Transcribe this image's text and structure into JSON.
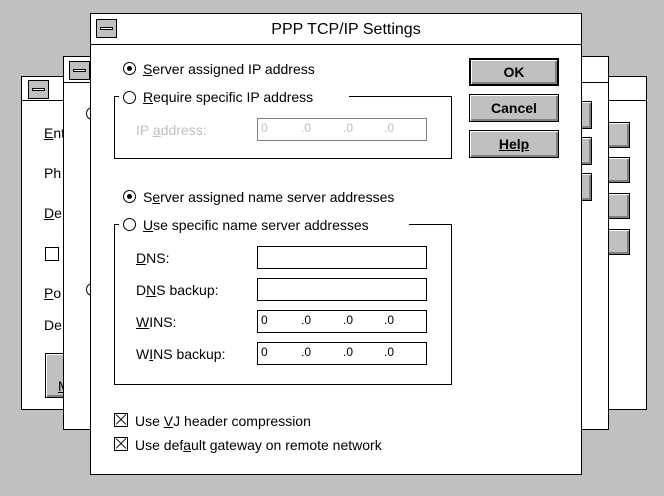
{
  "dialog": {
    "title": "PPP TCP/IP Settings",
    "buttons": {
      "ok": "OK",
      "cancel": "Cancel",
      "help": "Help"
    },
    "ip_group": {
      "server_assigned": {
        "pre": "",
        "key": "S",
        "post": "erver assigned IP address",
        "selected": true
      },
      "require_specific": {
        "pre": "",
        "key": "R",
        "post": "equire specific IP address",
        "selected": false
      },
      "ip_label": {
        "pre": "IP ",
        "key": "a",
        "post": "ddress:"
      },
      "ip_value": [
        "0",
        ".0",
        ".0",
        ".0"
      ]
    },
    "ns_group": {
      "server_assigned": {
        "pre": "S",
        "key": "e",
        "post": "rver assigned name server addresses",
        "selected": true
      },
      "use_specific": {
        "pre": "",
        "key": "U",
        "post": "se specific name server addresses",
        "selected": false
      },
      "dns": {
        "pre": "",
        "key": "D",
        "post": "NS:",
        "value": ""
      },
      "dns_backup": {
        "pre": "D",
        "key": "N",
        "post": "S backup:",
        "value": ""
      },
      "wins": {
        "pre": "",
        "key": "W",
        "post": "INS:",
        "value": [
          "0",
          ".0",
          ".0",
          ".0"
        ]
      },
      "wins_backup": {
        "pre": "W",
        "key": "I",
        "post": "NS backup:",
        "value": [
          "0",
          ".0",
          ".0",
          ".0"
        ]
      }
    },
    "checkboxes": {
      "vj": {
        "pre": "Use ",
        "key": "V",
        "post": "J header compression",
        "checked": true
      },
      "gateway": {
        "pre": "Use def",
        "key": "a",
        "post": "ult gateway on remote network",
        "checked": true
      }
    }
  },
  "background_windows": {
    "back_labels": [
      {
        "pre": "",
        "key": "E",
        "post": "nt"
      },
      {
        "pre": "Ph",
        "key": "",
        "post": ""
      },
      {
        "pre": "",
        "key": "D",
        "post": "e"
      },
      {
        "pre": "",
        "key": "P",
        "post": "o"
      },
      {
        "pre": "De",
        "key": "",
        "post": ""
      },
      {
        "pre": "",
        "key": "M",
        "post": ""
      }
    ]
  }
}
